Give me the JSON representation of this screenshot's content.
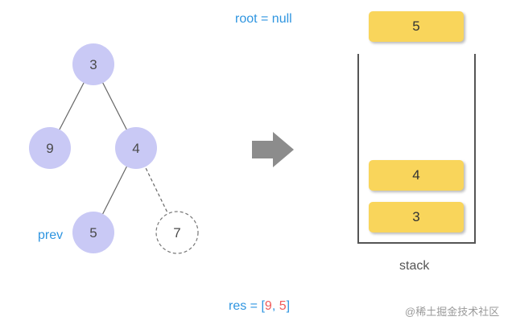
{
  "root_status": "root = null",
  "prev_label": "prev",
  "tree": {
    "nodes": [
      {
        "id": "n3",
        "label": "3",
        "style": "filled"
      },
      {
        "id": "n9",
        "label": "9",
        "style": "filled"
      },
      {
        "id": "n4",
        "label": "4",
        "style": "filled"
      },
      {
        "id": "n5",
        "label": "5",
        "style": "filled"
      },
      {
        "id": "n7",
        "label": "7",
        "style": "dashed"
      }
    ],
    "edges": [
      {
        "from": "n3",
        "to": "n9",
        "style": "solid"
      },
      {
        "from": "n3",
        "to": "n4",
        "style": "solid"
      },
      {
        "from": "n4",
        "to": "n5",
        "style": "solid"
      },
      {
        "from": "n4",
        "to": "n7",
        "style": "dashed"
      }
    ]
  },
  "popped_value": "5",
  "stack": {
    "items_top_to_bottom": [
      "4",
      "3"
    ],
    "label": "stack"
  },
  "result": {
    "prefix": "res = [",
    "values": [
      "9",
      "5"
    ],
    "separator": ", ",
    "suffix": "]"
  },
  "watermark": "@稀土掘金技术社区",
  "colors": {
    "node_fill": "#c9c9f5",
    "accent_blue": "#2f95e0",
    "value_red": "#f05a5a",
    "stack_block": "#f9d55b",
    "arrow": "#8c8c8c"
  }
}
